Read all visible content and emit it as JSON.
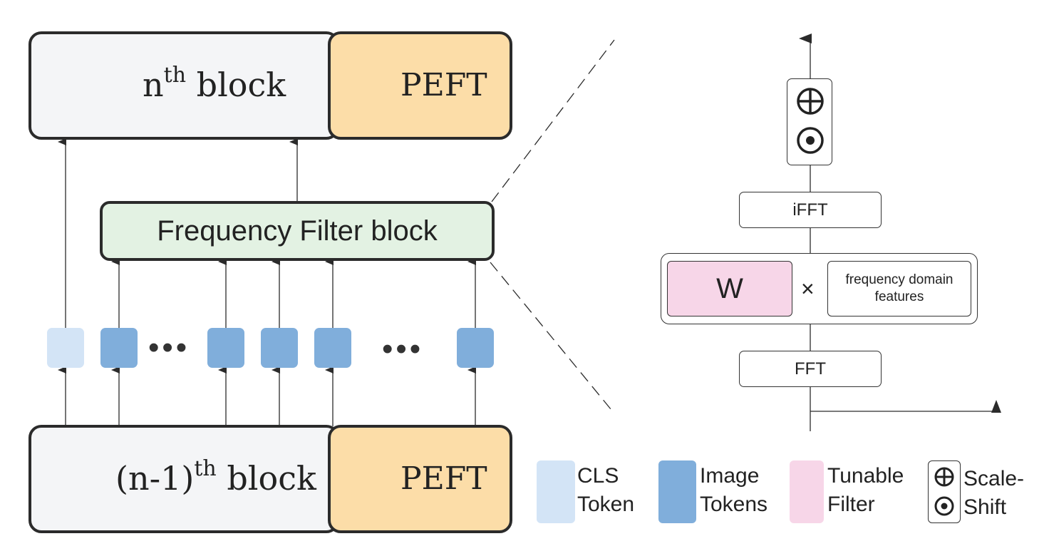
{
  "nth_block": {
    "prefix": "n",
    "sup": "th",
    "suffix": " block"
  },
  "prev_block": {
    "prefix": "(n-1)",
    "sup": "th",
    "suffix": " block"
  },
  "peft_label": "PEFT",
  "freq_filter_block": {
    "label": "Frequency Filter block"
  },
  "tokens": {
    "ellipsis": "•••"
  },
  "detail_panel": {
    "ifft_label": "iFFT",
    "fft_label": "FFT",
    "w_label": "W",
    "times_symbol": "×",
    "freq_features_label": "frequency domain features"
  },
  "legend": [
    {
      "key": "cls",
      "text": "CLS\nToken",
      "color": "#d3e4f6"
    },
    {
      "key": "image",
      "text": "Image\nTokens",
      "color": "#80aedb"
    },
    {
      "key": "tunable",
      "text": "Tunable\nFilter",
      "color": "#f7d6e8"
    },
    {
      "key": "scale_shift",
      "text": "Scale-\nShift"
    }
  ],
  "icons": {
    "add": "circle-plus-icon",
    "multiply": "circle-dot-icon"
  },
  "colors": {
    "peft": "#fcdda8",
    "filter_green": "#e3f2e3",
    "cls_token": "#d3e4f6",
    "image_token": "#80aedb",
    "tunable_filter": "#f7d6e8",
    "line": "#2b2b2b"
  }
}
